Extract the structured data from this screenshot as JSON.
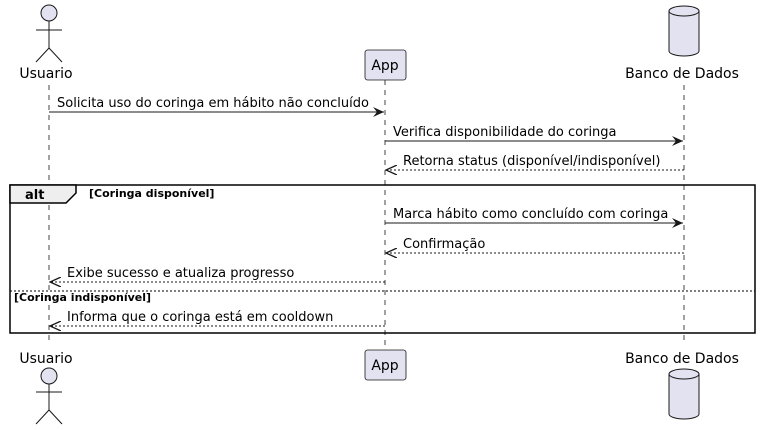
{
  "participants": {
    "user": "Usuario",
    "app": "App",
    "db": "Banco de Dados"
  },
  "messages": [
    "Solicita uso do coringa em hábito não concluído",
    "Verifica disponibilidade do coringa",
    "Retorna status (disponível/indisponível)",
    "Marca hábito como concluído com coringa",
    "Confirmação",
    "Exibe sucesso e atualiza progresso",
    "Informa que o coringa está em cooldown"
  ],
  "fragment": {
    "keyword": "alt",
    "guard_1": "[Coringa disponível]",
    "guard_2": "[Coringa indisponível]"
  },
  "colors": {
    "participant_fill": "#e2e2f0",
    "participant_stroke": "#181818"
  }
}
